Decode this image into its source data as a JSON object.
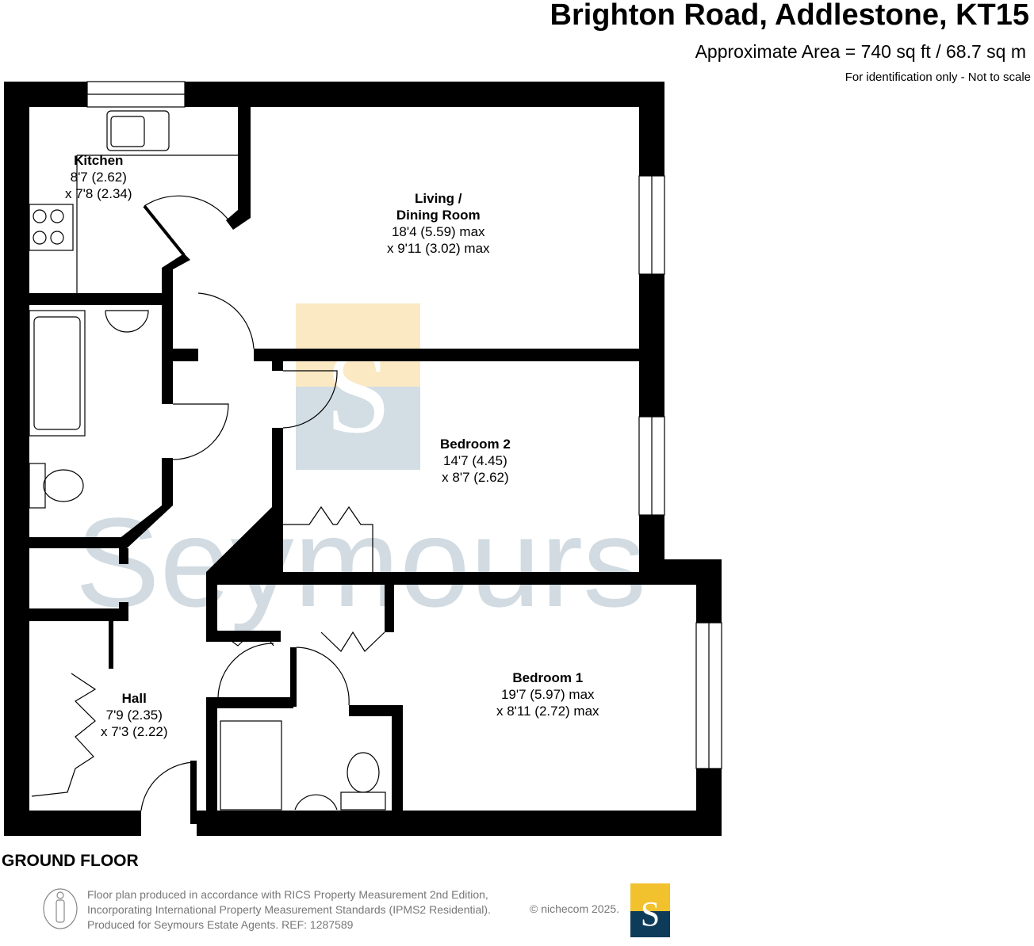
{
  "header": {
    "title": "Brighton Road, Addlestone, KT15",
    "area": "Approximate Area = 740 sq ft / 68.7 sq m",
    "note": "For identification only - Not to scale"
  },
  "rooms": [
    {
      "name": "Kitchen",
      "dim1": "8'7 (2.62)",
      "dim2": "x 7'8 (2.34)"
    },
    {
      "name": "Living /",
      "name2": "Dining Room",
      "dim1": "18'4 (5.59) max",
      "dim2": "x 9'11 (3.02) max"
    },
    {
      "name": "Bedroom 2",
      "dim1": "14'7 (4.45)",
      "dim2": "x 8'7 (2.62)"
    },
    {
      "name": "Bedroom 1",
      "dim1": "19'7 (5.97) max",
      "dim2": "x 8'11 (2.72) max"
    },
    {
      "name": "Hall",
      "dim1": "7'9 (2.35)",
      "dim2": "x 7'3 (2.22)"
    }
  ],
  "floor_label": "GROUND FLOOR",
  "watermark": {
    "text": "Seymours",
    "logo_letter": "S"
  },
  "footer": {
    "line1": "Floor plan produced in accordance with RICS Property Measurement 2nd Edition,",
    "line2": "Incorporating International Property Measurement Standards (IPMS2 Residential).",
    "line3": "Produced for Seymours Estate Agents.   REF: 1287589",
    "copyright": "© nichecom 2025.",
    "logo_letter": "S"
  },
  "colors": {
    "logo_yellow": "#f2c12e",
    "logo_navy": "#0e3b5a",
    "wall": "#000000"
  }
}
